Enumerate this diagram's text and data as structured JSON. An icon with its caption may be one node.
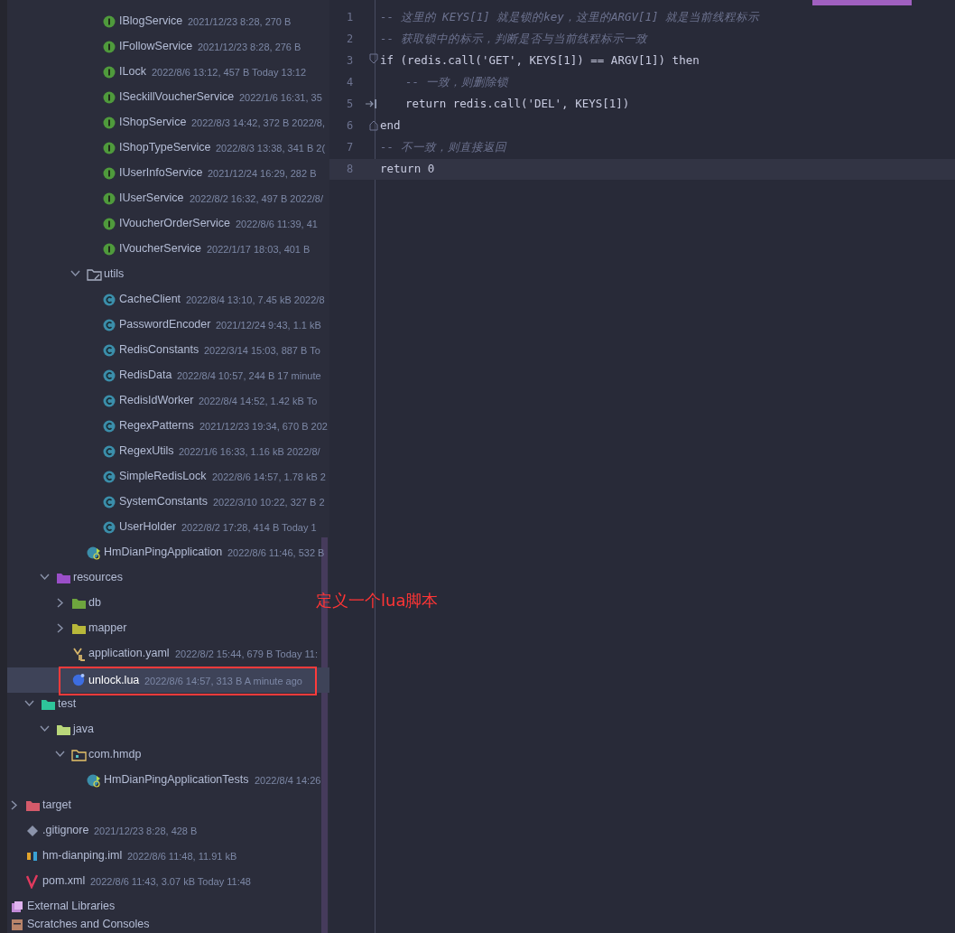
{
  "diagram": {
    "nodes": [
      {
        "text": [
          "unlock.lua",
          "2022/8/6 14:57, 313 B A minute ago"
        ]
      }
    ],
    "edges": [],
    "labels": [
      "IBlogService",
      "2021/12/23 8:28, 270 B",
      "IFollowService",
      "2021/12/23 8:28, 276 B",
      "ILock",
      "2022/8/6 13:12, 457 B Today 13:12",
      "ISeckillVoucherService",
      "2022/1/6 16:31, 35",
      "IShopService",
      "2022/8/3 14:42, 372 B 2022/8,",
      "IShopTypeService",
      "2022/8/3 13:38, 341 B 2(",
      "IUserInfoService",
      "2021/12/24 16:29, 282 B",
      "IUserService",
      "2022/8/2 16:32, 497 B 2022/8/",
      "IVoucherOrderService",
      "2022/8/6 11:39, 41",
      "IVoucherService",
      "2022/1/17 18:03, 401 B",
      "utils",
      "CacheClient",
      "2022/8/4 13:10, 7.45 kB 2022/8",
      "PasswordEncoder",
      "2021/12/24 9:43, 1.1 kB",
      "RedisConstants",
      "2022/3/14 15:03, 887 B To",
      "RedisData",
      "2022/8/4 10:57, 244 B 17 minute",
      "RedisIdWorker",
      "2022/8/4 14:52, 1.42 kB To",
      "RegexPatterns",
      "2021/12/23 19:34, 670 B 202",
      "RegexUtils",
      "2022/1/6 16:33, 1.16 kB 2022/8/",
      "SimpleRedisLock",
      "2022/8/6 14:57, 1.78 kB 2",
      "SystemConstants",
      "2022/3/10 10:22, 327 B 2",
      "UserHolder",
      "2022/8/2 17:28, 414 B Today 1",
      "HmDianPingApplication",
      "2022/8/6 11:46, 532 B",
      "resources",
      "db",
      "mapper",
      "application.yaml",
      "2022/8/2 15:44, 679 B Today 11:",
      "test",
      "java",
      "com.hmdp",
      "HmDianPingApplicationTests",
      "2022/8/4 14:26",
      "target",
      ".gitignore",
      "2021/12/23 8:28, 428 B",
      "hm-dianping.iml",
      "2022/8/6 11:48, 11.91 kB",
      "pom.xml",
      "2022/8/6 11:43, 3.07 kB Today 11:48",
      "External Libraries",
      "Scratches and Consoles",
      "1",
      "-- 这里的 KEYS[1] 就是锁的key，这里的ARGV[1] 就是当前线程标示",
      "2",
      "-- 获取锁中的标示，判断是否与当前线程标示一致",
      "3",
      "if (redis.call('GET', KEYS[1]) == ARGV[1]) then",
      "4",
      "-- 一致，则删除锁",
      "5",
      "return redis.call('DEL', KEYS[1])",
      "6",
      "end",
      "7",
      "-- 不一致，则直接返回",
      "8",
      "return 0",
      "定义一个lua脚本"
    ]
  }
}
